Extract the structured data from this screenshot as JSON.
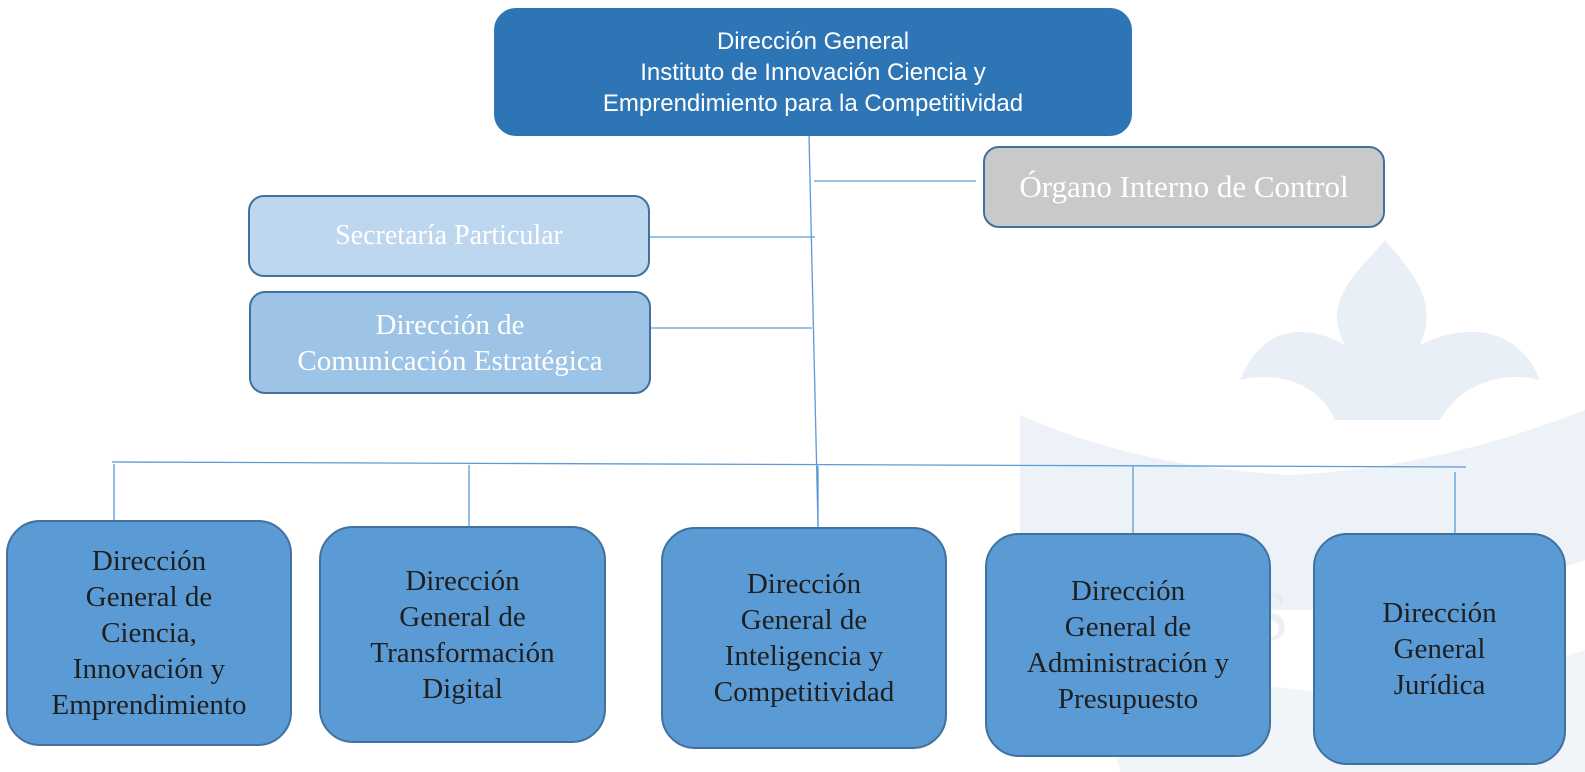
{
  "top": {
    "line1": "Dirección General",
    "line2": "Instituto de Innovación Ciencia y",
    "line3": "Emprendimiento para la Competitividad"
  },
  "organo": "Órgano Interno de Control",
  "secretaria": "Secretaría Particular",
  "comunicacion": "Dirección de\nComunicación Estratégica",
  "subordinates": [
    "Dirección\nGeneral de\nCiencia,\nInnovación y\nEmprendimiento",
    "Dirección\nGeneral de\nTransformación\nDigital",
    "Dirección\nGeneral de\nInteligencia y\nCompetitividad",
    "Dirección\nGeneral de\nAdministración y\nPresupuesto",
    "Dirección\nGeneral\nJurídica"
  ],
  "colors": {
    "top": "#2e75b6",
    "organo": "#c9c9c9",
    "secretaria": "#bdd7ee",
    "comunicacion": "#9dc3e6",
    "subordinates": "#5b9bd5",
    "connector": "#5b9bd5",
    "watermark": "#e3ebf3"
  }
}
